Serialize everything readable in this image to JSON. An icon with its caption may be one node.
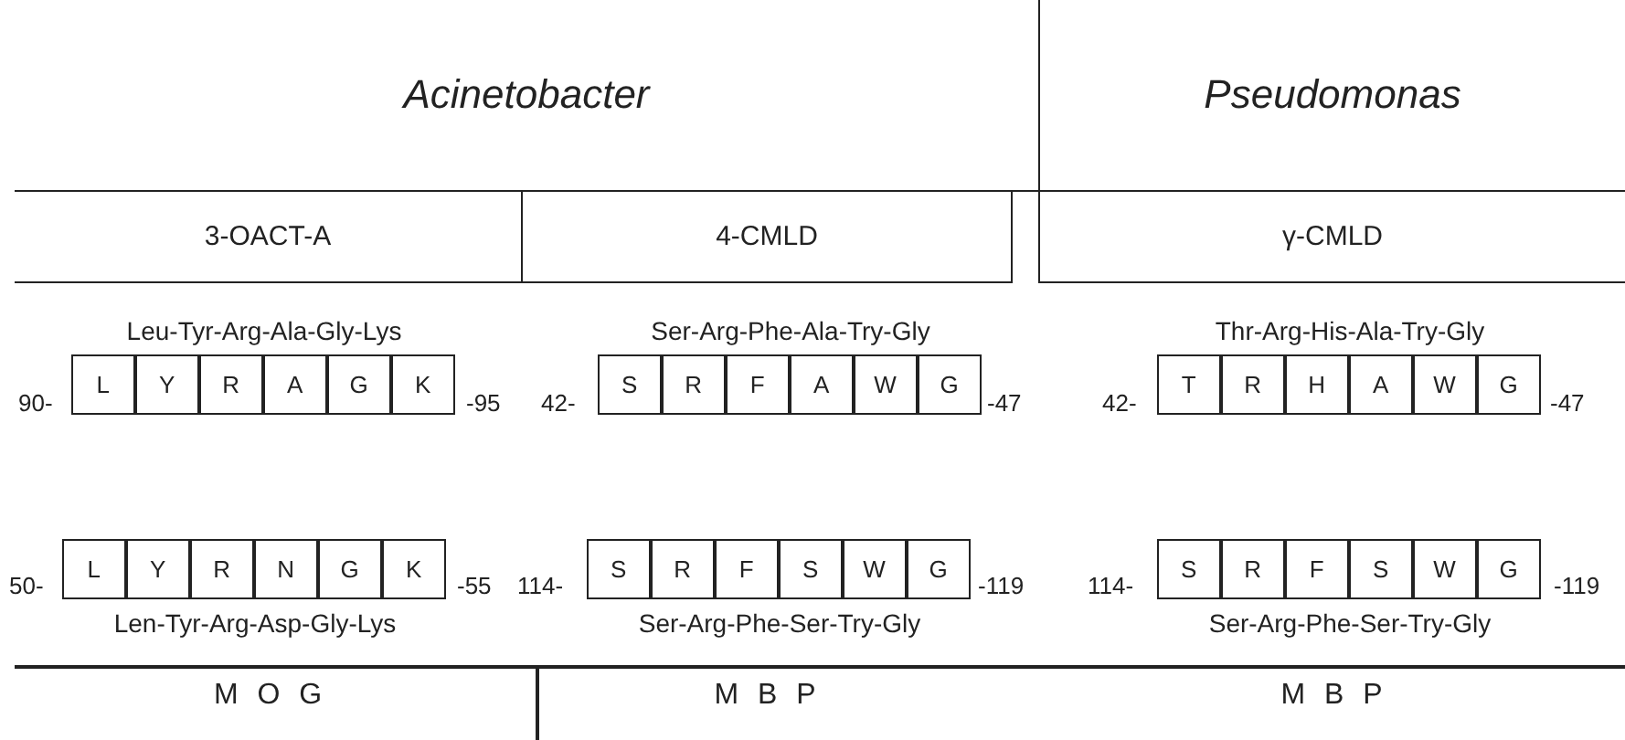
{
  "diagram": {
    "nodes": [
      {
        "text": [
          "Acinetobacter"
        ]
      },
      {
        "text": [
          "Pseudomonas"
        ]
      },
      {
        "text": [
          "3-OACT-A"
        ]
      },
      {
        "text": [
          "4-CMLD"
        ]
      },
      {
        "text": [
          "γ-CMLD"
        ]
      },
      {
        "text": [
          "L"
        ]
      },
      {
        "text": [
          "Y"
        ]
      },
      {
        "text": [
          "R"
        ]
      },
      {
        "text": [
          "A"
        ]
      },
      {
        "text": [
          "G"
        ]
      },
      {
        "text": [
          "K"
        ]
      },
      {
        "text": [
          "S"
        ]
      },
      {
        "text": [
          "R"
        ]
      },
      {
        "text": [
          "F"
        ]
      },
      {
        "text": [
          "A"
        ]
      },
      {
        "text": [
          "W"
        ]
      },
      {
        "text": [
          "G"
        ]
      },
      {
        "text": [
          "T"
        ]
      },
      {
        "text": [
          "R"
        ]
      },
      {
        "text": [
          "H"
        ]
      },
      {
        "text": [
          "A"
        ]
      },
      {
        "text": [
          "W"
        ]
      },
      {
        "text": [
          "G"
        ]
      },
      {
        "text": [
          "L"
        ]
      },
      {
        "text": [
          "Y"
        ]
      },
      {
        "text": [
          "R"
        ]
      },
      {
        "text": [
          "N"
        ]
      },
      {
        "text": [
          "G"
        ]
      },
      {
        "text": [
          "K"
        ]
      },
      {
        "text": [
          "S"
        ]
      },
      {
        "text": [
          "R"
        ]
      },
      {
        "text": [
          "F"
        ]
      },
      {
        "text": [
          "S"
        ]
      },
      {
        "text": [
          "W"
        ]
      },
      {
        "text": [
          "G"
        ]
      },
      {
        "text": [
          "S"
        ]
      },
      {
        "text": [
          "R"
        ]
      },
      {
        "text": [
          "F"
        ]
      },
      {
        "text": [
          "S"
        ]
      },
      {
        "text": [
          "W"
        ]
      },
      {
        "text": [
          "G"
        ]
      }
    ],
    "labels": [
      "Leu-Tyr-Arg-Ala-Gly-Lys",
      "Ser-Arg-Phe-Ala-Try-Gly",
      "Thr-Arg-His-Ala-Try-Gly",
      "90-",
      "-95",
      "42-",
      "-47",
      "42-",
      "-47",
      "50-",
      "-55",
      "114-",
      "-119",
      "114-",
      "-119",
      "Len-Tyr-Arg-Asp-Gly-Lys",
      "Ser-Arg-Phe-Ser-Try-Gly",
      "Ser-Arg-Phe-Ser-Try-Gly",
      "M O G",
      "M B P",
      "M B P"
    ]
  }
}
